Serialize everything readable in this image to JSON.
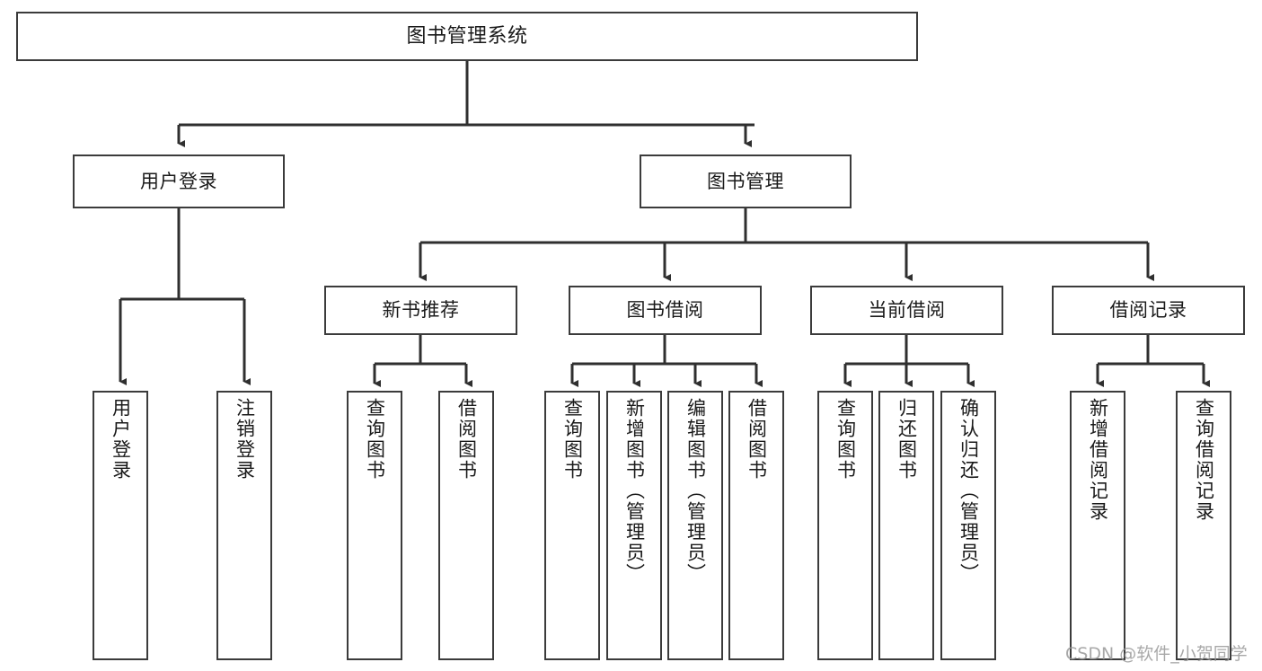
{
  "diagram": {
    "title": "图书管理系统",
    "type": "tree-hierarchy",
    "background_color": "#ffffff",
    "border_color": "#3b3b3b",
    "text_color": "#1a1a1a",
    "edge_color": "#2f2f2f"
  },
  "nodes": {
    "root": {
      "label": "图书管理系统"
    },
    "level2": [
      {
        "label": "用户登录"
      },
      {
        "label": "图书管理"
      }
    ],
    "level3": [
      {
        "label": "新书推荐"
      },
      {
        "label": "图书借阅"
      },
      {
        "label": "当前借阅"
      },
      {
        "label": "借阅记录"
      }
    ],
    "user_login_leaves": [
      {
        "label": "用户登录"
      },
      {
        "label": "注销登录"
      }
    ],
    "new_book_leaves": [
      {
        "label": "查询图书"
      },
      {
        "label": "借阅图书"
      }
    ],
    "borrow_leaves": [
      {
        "label": "查询图书"
      },
      {
        "label": "新增图书（管理员）"
      },
      {
        "label": "编辑图书（管理员）"
      },
      {
        "label": "借阅图书"
      }
    ],
    "current_borrow_leaves": [
      {
        "label": "查询图书"
      },
      {
        "label": "归还图书"
      },
      {
        "label": "确认归还（管理员）"
      }
    ],
    "record_leaves": [
      {
        "label": "新增借阅记录"
      },
      {
        "label": "查询借阅记录"
      }
    ]
  },
  "watermark": {
    "text": "CSDN @软件_小贺同学"
  }
}
